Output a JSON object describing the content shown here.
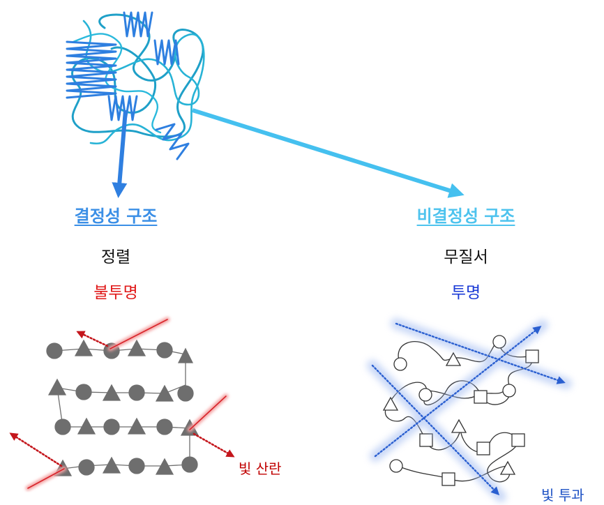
{
  "left": {
    "heading": "결정성 구조",
    "descriptor": "정렬",
    "opacity": "불투명",
    "note": "빛 산란"
  },
  "right": {
    "heading": "비결정성 구조",
    "descriptor": "무질서",
    "opacity": "투명",
    "note": "빛 투과"
  },
  "colors": {
    "crystal_heading": "#3b8fe6",
    "amorphous_heading": "#4ec3ee",
    "opaque": "#e01818",
    "transparent": "#1a3ad6",
    "scatter_note": "#c00000",
    "transmit_note": "#1a4fc4",
    "shapes": "#6e6e6e"
  },
  "icons": [
    "polymer-coil-icon",
    "circle-icon",
    "triangle-icon",
    "square-icon"
  ]
}
